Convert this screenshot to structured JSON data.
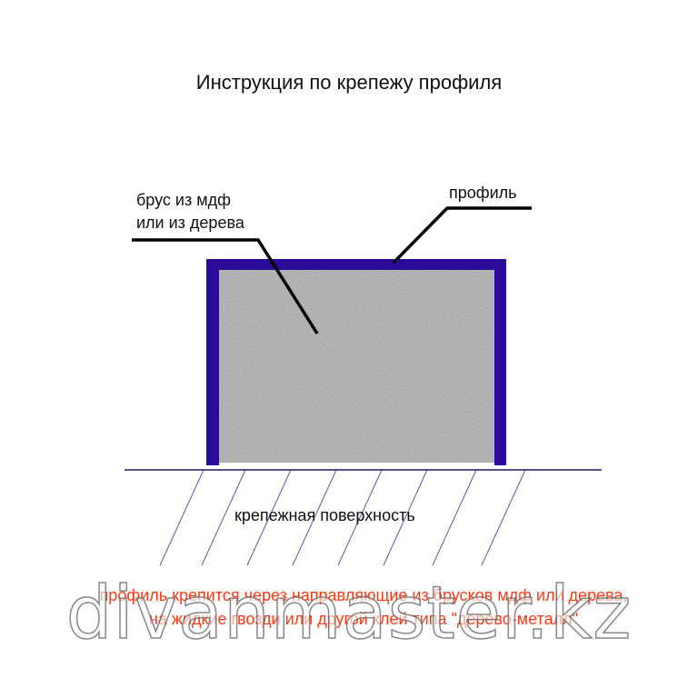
{
  "title": "Инструкция по крепежу профиля",
  "labels": {
    "brus_line1": "брус из мдф",
    "brus_line2": "или из дерева",
    "profile": "профиль",
    "surface": "крепежная поверхность"
  },
  "note": {
    "line1": "профиль крепится через направляющие из брусков мдф или дерева,",
    "line2": "на жидкие гвозди или другой клей типа \"дерево-металл\""
  },
  "watermark": "divanmaster.kz",
  "colors": {
    "profile": "#2a0a99",
    "note_text": "#ff3a12",
    "hatch": "#5a5ab4",
    "ground_line": "#1a1a6e",
    "leader": "#000000"
  }
}
